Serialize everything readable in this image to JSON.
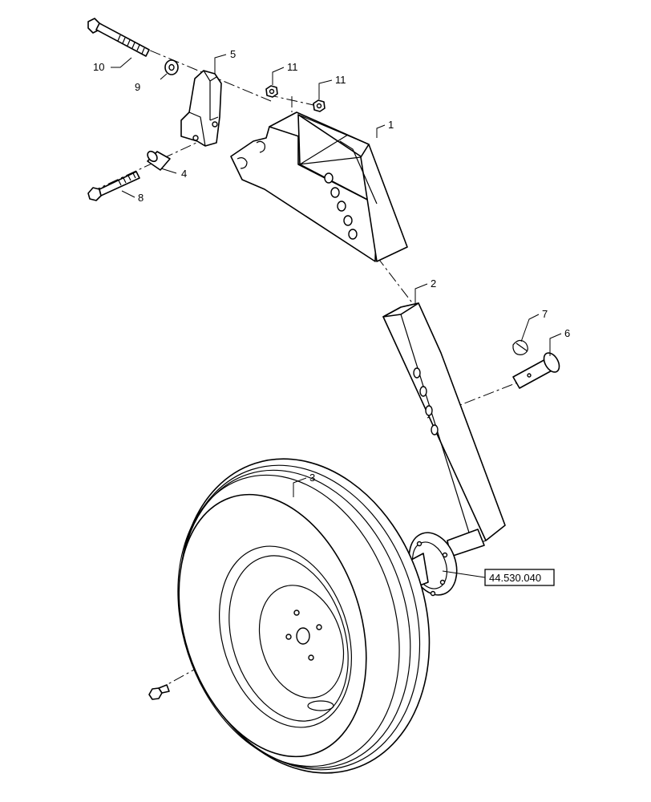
{
  "callouts": {
    "c1": "1",
    "c2": "2",
    "c3": "3",
    "c4": "4",
    "c5": "5",
    "c6": "6",
    "c7": "7",
    "c8": "8",
    "c9": "9",
    "c10": "10",
    "c11a": "11",
    "c11b": "11"
  },
  "reference": "44.530.040"
}
